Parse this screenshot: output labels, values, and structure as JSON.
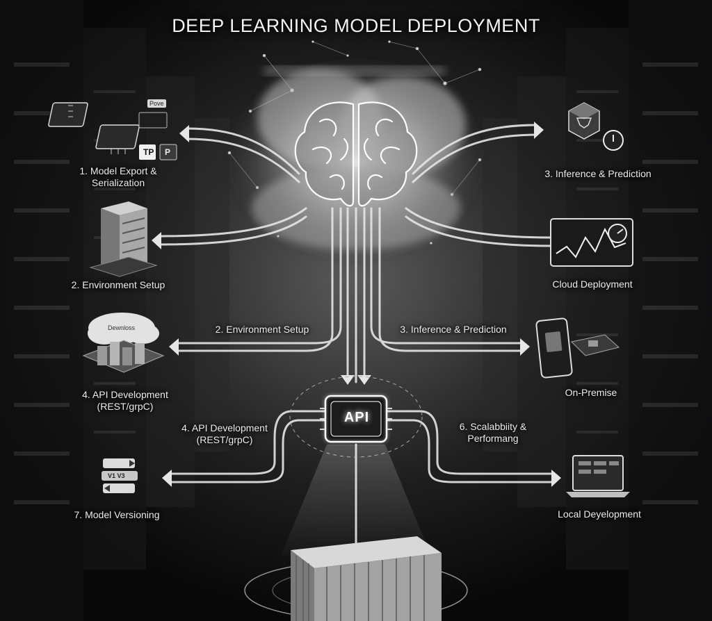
{
  "title": "DEEP LEARNING MODEL DEPLOYMENT",
  "center": {
    "api_label": "API"
  },
  "left_items": [
    {
      "line1": "1. Model Export &",
      "line2": "Serialization"
    },
    {
      "line1": "2. Environment Setup",
      "line2": ""
    },
    {
      "line1": "4. API Development",
      "line2": "(REST/grpC)"
    },
    {
      "line1": "7. Model Versioning",
      "line2": ""
    }
  ],
  "right_items": [
    {
      "line1": "3. Inference & Prediction"
    },
    {
      "line1": "Cloud Deployment"
    },
    {
      "line1": "On-Premise"
    },
    {
      "line1": "Local Deyelopment"
    }
  ],
  "inner_labels": {
    "env_setup": "2. Environment Setup",
    "inference": "3. Inference & Prediction",
    "api_dev_line1": "4. API Development",
    "api_dev_line2": "(REST/grpC)",
    "scalability_line1": "6. Scalabbiity &",
    "scalability_line2": "Performang"
  },
  "icon_text": {
    "chip_tag": "Pove",
    "chip_tag2": "TP",
    "chip_tag3": "P",
    "cloud_tag": "Dewnloss",
    "version_tag": "V1 V3"
  },
  "colors": {
    "background": "#0b0b0c",
    "line": "#e6e6e6",
    "glow": "#ffffff"
  }
}
